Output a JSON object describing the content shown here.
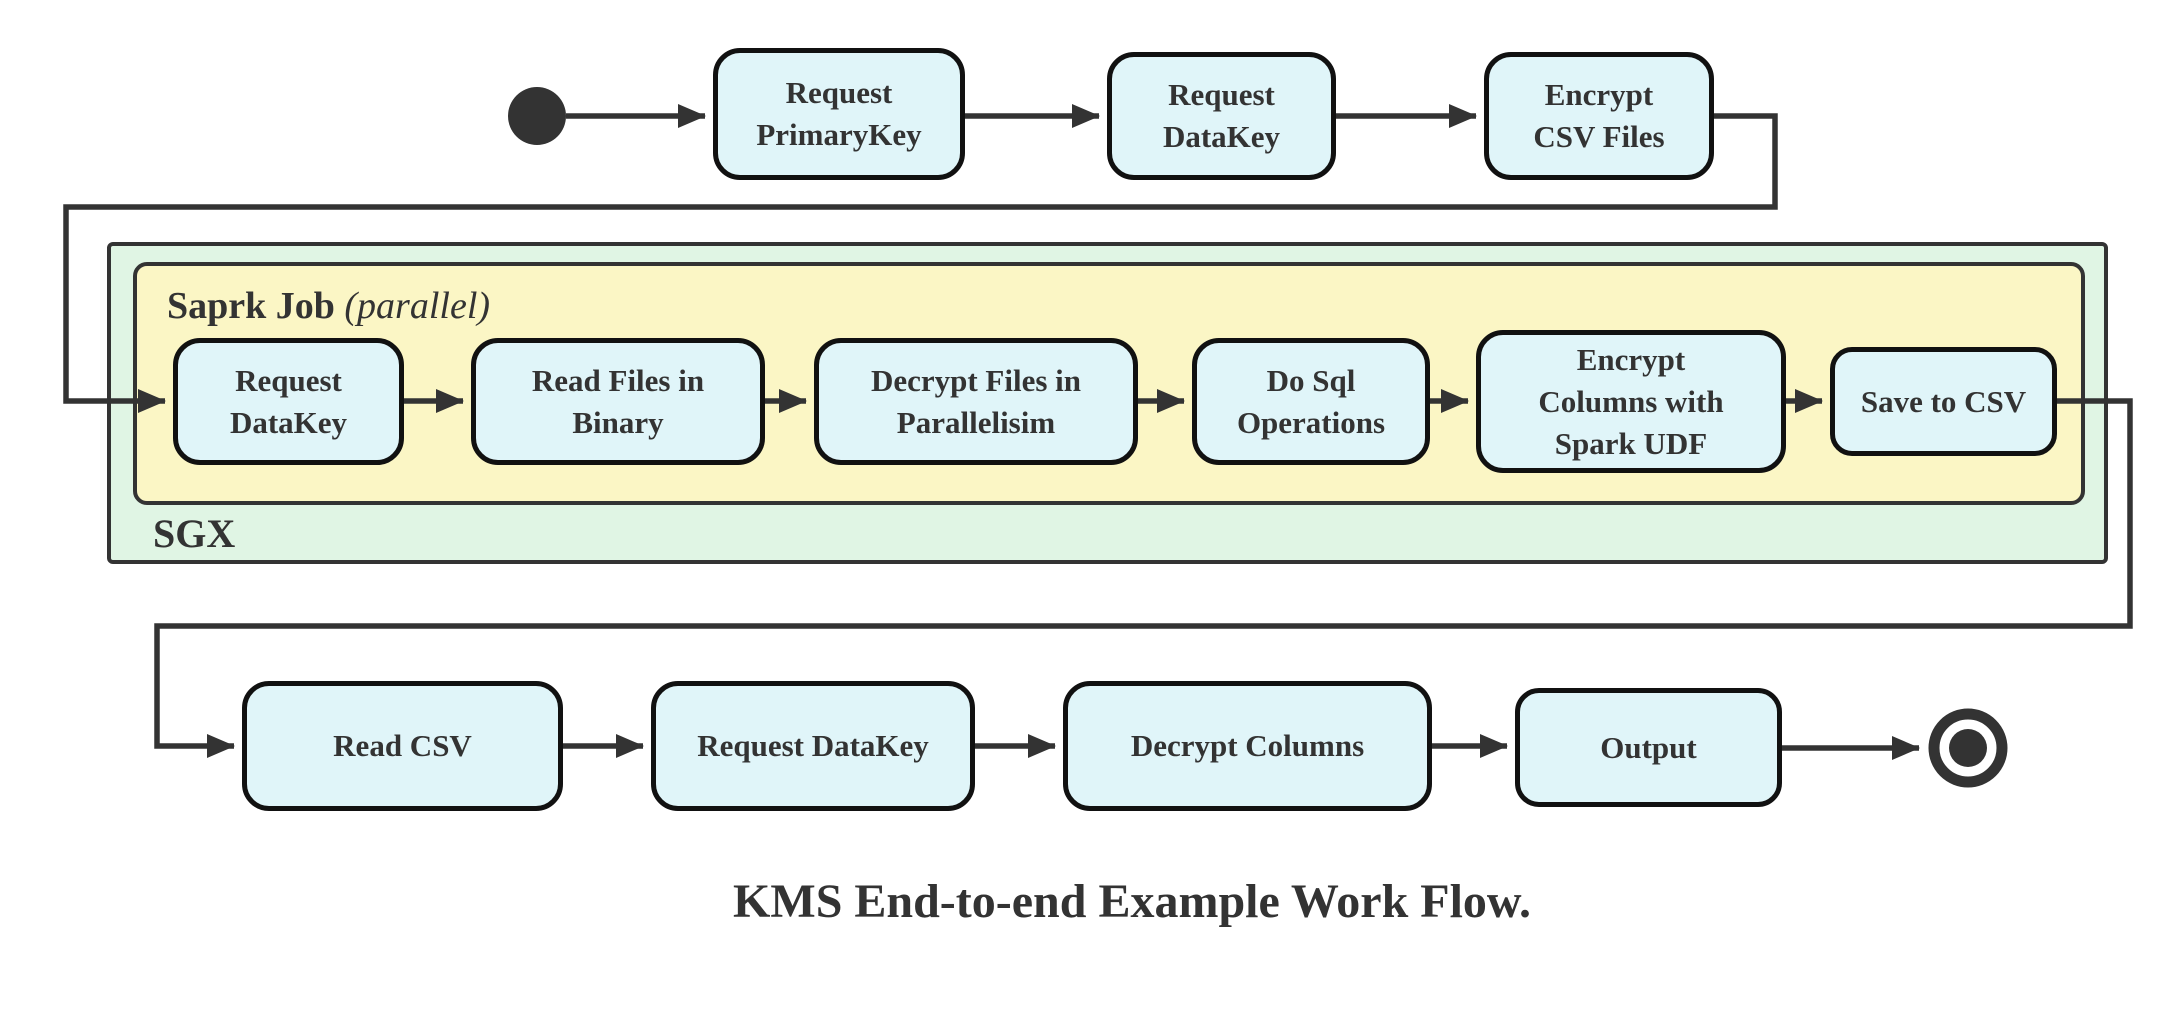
{
  "diagram": {
    "caption": "KMS End-to-end Example Work Flow.",
    "colors": {
      "node_fill": "#e0f5f9",
      "node_border": "#111111",
      "sgx_container_fill": "#e0f5e4",
      "spark_container_fill": "#fbf6c5",
      "line": "#333333",
      "text": "#333333"
    },
    "markers": {
      "start": "filled-circle",
      "end": "bullseye-final-state"
    },
    "containers": {
      "sgx": {
        "label": "SGX"
      },
      "spark_job": {
        "label": "Saprk Job",
        "annotation": "(parallel)"
      }
    },
    "nodes": {
      "top": [
        {
          "label": "Request\nPrimaryKey"
        },
        {
          "label": "Request\nDataKey"
        },
        {
          "label": "Encrypt\nCSV Files"
        }
      ],
      "spark": [
        {
          "label": "Request\nDataKey"
        },
        {
          "label": "Read Files in\nBinary"
        },
        {
          "label": "Decrypt Files in\nParallelisim"
        },
        {
          "label": "Do Sql\nOperations"
        },
        {
          "label": "Encrypt\nColumns with\nSpark UDF"
        },
        {
          "label": "Save to CSV"
        }
      ],
      "bottom": [
        {
          "label": "Read CSV"
        },
        {
          "label": "Request DataKey"
        },
        {
          "label": "Decrypt Columns"
        },
        {
          "label": "Output"
        }
      ]
    }
  }
}
